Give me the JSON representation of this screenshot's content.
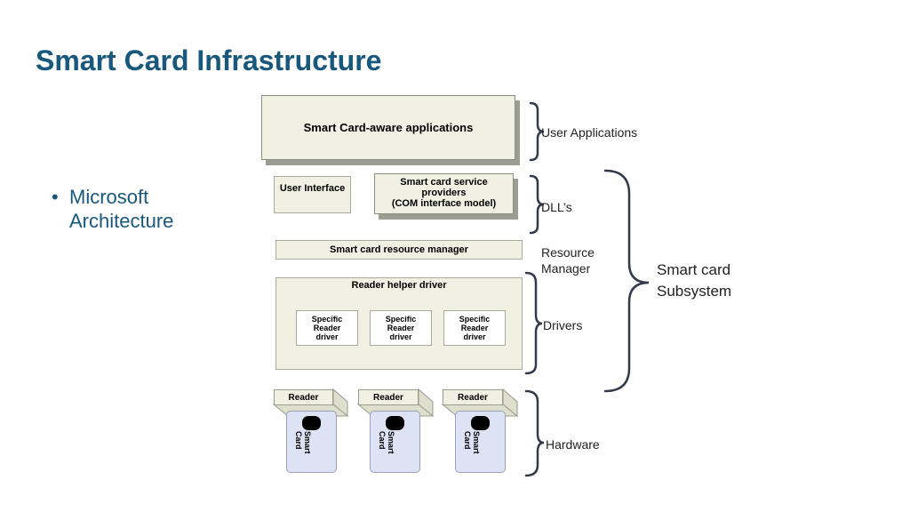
{
  "title": "Smart Card Infrastructure",
  "bullet": {
    "text": "Microsoft Architecture"
  },
  "diagram": {
    "apps_box": "Smart Card-aware applications",
    "user_interface": "User Interface",
    "service_providers": [
      "Smart card service",
      "providers",
      "(COM interface model)"
    ],
    "resource_manager": "Smart card resource manager",
    "reader_helper": "Reader helper driver",
    "specific_drivers": [
      "Specific Reader driver",
      "Specific Reader driver",
      "Specific Reader driver"
    ],
    "readers": [
      "Reader",
      "Reader",
      "Reader"
    ],
    "card_text": [
      "Smart",
      "Card"
    ]
  },
  "layers": {
    "user_applications": "User Applications",
    "dlls": "DLL’s",
    "resource_manager": [
      "Resource",
      "Manager"
    ],
    "drivers": "Drivers",
    "hardware": "Hardware",
    "subsystem": [
      "Smart card",
      "Subsystem"
    ]
  },
  "colors": {
    "title": "#17587c",
    "box_fill": "#f0f1e2",
    "card_fill": "#dde3f5",
    "brace": "#333b4a"
  }
}
